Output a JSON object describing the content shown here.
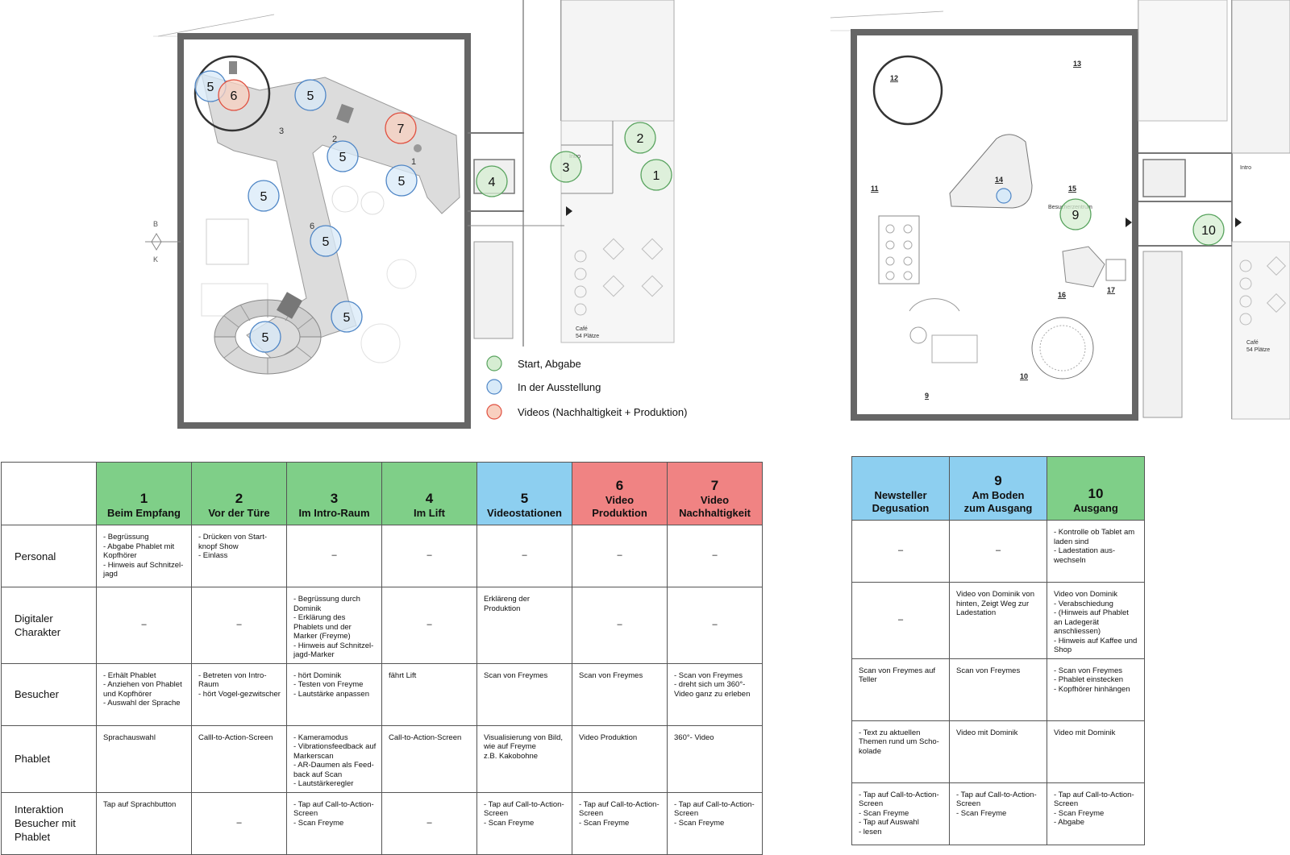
{
  "plan_left": {
    "markers": [
      {
        "label": "5",
        "kind": "blue"
      },
      {
        "label": "6",
        "kind": "red"
      },
      {
        "label": "5",
        "kind": "blue"
      },
      {
        "label": "7",
        "kind": "red"
      },
      {
        "label": "5",
        "kind": "blue"
      },
      {
        "label": "5",
        "kind": "blue"
      },
      {
        "label": "5",
        "kind": "blue"
      },
      {
        "label": "5",
        "kind": "blue"
      },
      {
        "label": "5",
        "kind": "blue"
      },
      {
        "label": "5",
        "kind": "blue"
      },
      {
        "label": "4",
        "kind": "green"
      },
      {
        "label": "3",
        "kind": "green"
      },
      {
        "label": "2",
        "kind": "green"
      },
      {
        "label": "1",
        "kind": "green"
      }
    ],
    "path_numbers": [
      "1",
      "2",
      "3",
      "6"
    ],
    "side_labels": [
      "B",
      "K"
    ],
    "room_labels": [
      "Intro",
      "Café",
      "54 Plätze"
    ]
  },
  "legend": [
    {
      "label": "Start, Abgabe",
      "kind": "green"
    },
    {
      "label": "In der Ausstellung",
      "kind": "blue"
    },
    {
      "label": "Videos (Nachhaltigkeit + Produktion)",
      "kind": "red"
    }
  ],
  "plan_right": {
    "markers": [
      {
        "label": "9",
        "kind": "green"
      },
      {
        "label": "10",
        "kind": "green"
      },
      {
        "label": "",
        "kind": "blue"
      }
    ],
    "room_numbers": [
      "9",
      "10",
      "11",
      "12",
      "13",
      "14",
      "15",
      "16",
      "17"
    ],
    "room_labels": [
      "Intro",
      "Besucherzentrum",
      "Café",
      "54 Plätze"
    ]
  },
  "colors": {
    "green": "#7fcf88",
    "blue": "#8dcff0",
    "red": "#f08383",
    "wall": "#666666",
    "path": "#dcdcdc"
  },
  "table_left": {
    "columns": [
      {
        "num": "1",
        "title": "Beim Empfang",
        "color": "green"
      },
      {
        "num": "2",
        "title": "Vor der Türe",
        "color": "green"
      },
      {
        "num": "3",
        "title": "Im Intro-Raum",
        "color": "green"
      },
      {
        "num": "4",
        "title": "Im Lift",
        "color": "green"
      },
      {
        "num": "5",
        "title": "Videostationen",
        "color": "blue"
      },
      {
        "num": "6",
        "title": "Video\nProduktion",
        "color": "red"
      },
      {
        "num": "7",
        "title": "Video\nNachhaltigkeit",
        "color": "red"
      }
    ],
    "rows": [
      {
        "label": "Personal",
        "cells": [
          "- Begrüssung\n- Abgabe Phablet mit Kopfhörer\n- Hinweis auf Schnitzel-jagd",
          "- Drücken von Start-knopf Show\n- Einlass",
          "–",
          "–",
          "–",
          "–",
          "–"
        ]
      },
      {
        "label": "Digitaler\nCharakter",
        "cells": [
          "–",
          "–",
          "- Begrüssung durch Dominik\n- Erklärung des Phablets und der Marker (Freyme)\n- Hinweis auf Schnitzel-jagd-Marker",
          "–",
          "Erkläreng der Produktion",
          "–",
          "–"
        ]
      },
      {
        "label": "Besucher",
        "cells": [
          "- Erhält Phablet\n- Anziehen von Phablet und Kopfhörer\n- Auswahl der Sprache",
          "- Betreten von Intro-Raum\n- hört Vogel-gezwitscher",
          "- hört Dominik\n- Testen von Freyme\n- Lautstärke anpassen",
          "fährt Lift",
          "Scan von Freymes",
          "Scan von Freymes",
          "- Scan von Freymes\n- dreht sich um 360°-Video ganz zu erleben"
        ]
      },
      {
        "label": "Phablet",
        "cells": [
          "Sprachauswahl",
          "Calll-to-Action-Screen",
          "- Kameramodus\n- Vibrationsfeedback auf Markerscan\n- AR-Daumen als Feed-back auf Scan\n- Lautstärkeregler",
          "Call-to-Action-Screen",
          "Visualisierung von Bild, wie auf Freyme\nz.B. Kakobohne",
          "Video Produktion",
          "360°- Video"
        ]
      },
      {
        "label": "Interaktion\nBesucher mit\nPhablet",
        "cells": [
          "Tap auf Sprachbutton",
          "–",
          "- Tap auf Call-to-Action-Screen\n- Scan Freyme",
          "–",
          "- Tap auf Call-to-Action-Screen\n- Scan Freyme",
          "- Tap auf Call-to-Action-Screen\n- Scan Freyme",
          "- Tap auf Call-to-Action-Screen\n- Scan Freyme"
        ]
      }
    ]
  },
  "table_right": {
    "columns": [
      {
        "num": "",
        "title": "Newsteller\nDegusation",
        "color": "blue"
      },
      {
        "num": "9",
        "title": "Am Boden\nzum Ausgang",
        "color": "blue"
      },
      {
        "num": "10",
        "title": "Ausgang",
        "color": "green"
      }
    ],
    "rows": [
      {
        "cells": [
          "–",
          "–",
          "- Kontrolle ob Tablet am laden sind\n- Ladestation aus-wechseln"
        ]
      },
      {
        "cells": [
          "–",
          "Video von Dominik von hinten, Zeigt Weg zur Ladestation",
          "Video von Dominik\n- Verabschiedung\n- (Hinweis auf Phablet an Ladegerät anschliessen)\n- Hinweis auf Kaffee und Shop"
        ]
      },
      {
        "cells": [
          "Scan von Freymes auf Teller",
          "Scan von Freymes",
          "- Scan von Freymes\n- Phablet einstecken\n- Kopfhörer hinhängen"
        ]
      },
      {
        "cells": [
          "- Text zu aktuellen Themen rund um Scho-kolade",
          "Video mit Dominik",
          "Video mit Dominik"
        ]
      },
      {
        "cells": [
          "- Tap auf Call-to-Action-Screen\n- Scan Freyme\n- Tap auf Auswahl\n- lesen",
          "- Tap auf Call-to-Action-Screen\n- Scan Freyme",
          "- Tap auf Call-to-Action-Screen\n- Scan Freyme\n- Abgabe"
        ]
      }
    ]
  }
}
